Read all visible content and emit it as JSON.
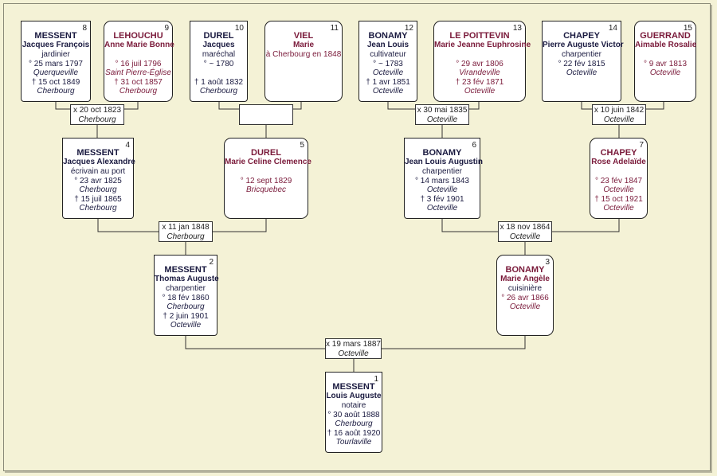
{
  "persons": {
    "p1": {
      "num": "1",
      "surname": "MESSENT",
      "given": "Louis Auguste",
      "lines": [
        {
          "t": "notaire",
          "c": "dark"
        },
        {
          "t": "° 30 août 1888",
          "c": "dark"
        },
        {
          "t": "Cherbourg",
          "c": "dark it"
        },
        {
          "t": "† 16 août 1920",
          "c": "dark"
        },
        {
          "t": "Tourlaville",
          "c": "dark it"
        }
      ]
    },
    "p2": {
      "num": "2",
      "surname": "MESSENT",
      "given": "Thomas Auguste",
      "lines": [
        {
          "t": "charpentier",
          "c": "dark"
        },
        {
          "t": "° 18 fév 1860",
          "c": "dark"
        },
        {
          "t": "Cherbourg",
          "c": "dark it"
        },
        {
          "t": "† 2 juin 1901",
          "c": "dark"
        },
        {
          "t": "Octeville",
          "c": "dark it"
        }
      ]
    },
    "p3": {
      "num": "3",
      "surname": "BONAMY",
      "given": "Marie Angèle",
      "lines": [
        {
          "t": "cuisinière",
          "c": "dark"
        },
        {
          "t": "° 26 avr 1866",
          "c": "mar"
        },
        {
          "t": "Octeville",
          "c": "mar it"
        }
      ]
    },
    "p4": {
      "num": "4",
      "surname": "MESSENT",
      "given": "Jacques Alexandre",
      "lines": [
        {
          "t": "écrivain au port",
          "c": "dark"
        },
        {
          "t": "° 23 avr 1825",
          "c": "dark"
        },
        {
          "t": "Cherbourg",
          "c": "dark it"
        },
        {
          "t": "† 15 juil 1865",
          "c": "dark"
        },
        {
          "t": "Cherbourg",
          "c": "dark it"
        }
      ]
    },
    "p5": {
      "num": "5",
      "surname": "DUREL",
      "given": "Marie Celine Clemence",
      "lines": [
        {
          "t": "",
          "c": "dark"
        },
        {
          "t": "° 12 sept 1829",
          "c": "mar"
        },
        {
          "t": "Bricquebec",
          "c": "mar it"
        }
      ]
    },
    "p6": {
      "num": "6",
      "surname": "BONAMY",
      "given": "Jean Louis Augustin",
      "lines": [
        {
          "t": "charpentier",
          "c": "dark"
        },
        {
          "t": "° 14 mars 1843",
          "c": "dark"
        },
        {
          "t": "Octeville",
          "c": "dark it"
        },
        {
          "t": "† 3 fév 1901",
          "c": "dark"
        },
        {
          "t": "Octeville",
          "c": "dark it"
        }
      ]
    },
    "p7": {
      "num": "7",
      "surname": "CHAPEY",
      "given": "Rose Adelaïde",
      "lines": [
        {
          "t": "",
          "c": "dark"
        },
        {
          "t": "° 23 fév 1847",
          "c": "mar"
        },
        {
          "t": "Octeville",
          "c": "mar it"
        },
        {
          "t": "† 15 oct 1921",
          "c": "mar"
        },
        {
          "t": "Octeville",
          "c": "mar it"
        }
      ]
    },
    "p8": {
      "num": "8",
      "surname": "MESSENT",
      "given": "Jacques François",
      "lines": [
        {
          "t": "jardinier",
          "c": "dark"
        },
        {
          "t": "° 25 mars 1797",
          "c": "dark"
        },
        {
          "t": "Querqueville",
          "c": "dark it"
        },
        {
          "t": "† 15 oct 1849",
          "c": "dark"
        },
        {
          "t": "Cherbourg",
          "c": "dark it"
        }
      ]
    },
    "p9": {
      "num": "9",
      "surname": "LEHOUCHU",
      "given": "Anne Marie Bonne",
      "lines": [
        {
          "t": "",
          "c": "dark"
        },
        {
          "t": "° 16 juil 1796",
          "c": "mar"
        },
        {
          "t": "Saint Pierre-Église",
          "c": "mar it"
        },
        {
          "t": "† 31 oct 1857",
          "c": "mar"
        },
        {
          "t": "Cherbourg",
          "c": "mar it"
        }
      ]
    },
    "p10": {
      "num": "10",
      "surname": "DUREL",
      "given": "Jacques",
      "lines": [
        {
          "t": "maréchal",
          "c": "dark"
        },
        {
          "t": "° ~ 1780",
          "c": "dark"
        },
        {
          "t": "",
          "c": "dark"
        },
        {
          "t": "† 1 août 1832",
          "c": "dark"
        },
        {
          "t": "Cherbourg",
          "c": "dark it"
        }
      ]
    },
    "p11": {
      "num": "11",
      "surname": "VIEL",
      "given": "Marie",
      "lines": [
        {
          "t": "à Cherbourg en 1848",
          "c": "mar"
        }
      ]
    },
    "p12": {
      "num": "12",
      "surname": "BONAMY",
      "given": "Jean Louis",
      "lines": [
        {
          "t": "cultivateur",
          "c": "dark"
        },
        {
          "t": "° ~ 1783",
          "c": "dark"
        },
        {
          "t": "Octeville",
          "c": "dark it"
        },
        {
          "t": "† 1 avr 1851",
          "c": "dark"
        },
        {
          "t": "Octeville",
          "c": "dark it"
        }
      ]
    },
    "p13": {
      "num": "13",
      "surname": "LE POITTEVIN",
      "given": "Marie Jeanne Euphrosine",
      "lines": [
        {
          "t": "",
          "c": "dark"
        },
        {
          "t": "° 29 avr 1806",
          "c": "mar"
        },
        {
          "t": "Virandeville",
          "c": "mar it"
        },
        {
          "t": "† 23 fév 1871",
          "c": "mar"
        },
        {
          "t": "Octeville",
          "c": "mar it"
        }
      ]
    },
    "p14": {
      "num": "14",
      "surname": "CHAPEY",
      "given": "Pierre Auguste Victor",
      "lines": [
        {
          "t": "charpentier",
          "c": "dark"
        },
        {
          "t": "° 22 fév 1815",
          "c": "dark"
        },
        {
          "t": "Octeville",
          "c": "dark it"
        }
      ]
    },
    "p15": {
      "num": "15",
      "surname": "GUERRAND",
      "given": "Aimable Rosalie",
      "lines": [
        {
          "t": "",
          "c": "dark"
        },
        {
          "t": "° 9 avr 1813",
          "c": "mar"
        },
        {
          "t": "Octeville",
          "c": "mar it"
        }
      ]
    }
  },
  "marriages": {
    "m8_9": {
      "date": "x 20 oct 1823",
      "place": "Cherbourg"
    },
    "m10_11": {
      "date": "",
      "place": ""
    },
    "m12_13": {
      "date": "x 30 mai 1835",
      "place": "Octeville"
    },
    "m14_15": {
      "date": "x 10 juin 1842",
      "place": "Octeville"
    },
    "m4_5": {
      "date": "x 11 jan 1848",
      "place": "Cherbourg"
    },
    "m6_7": {
      "date": "x 18 nov 1864",
      "place": "Octeville"
    },
    "m2_3": {
      "date": "x 19 mars 1887",
      "place": "Octeville"
    }
  }
}
